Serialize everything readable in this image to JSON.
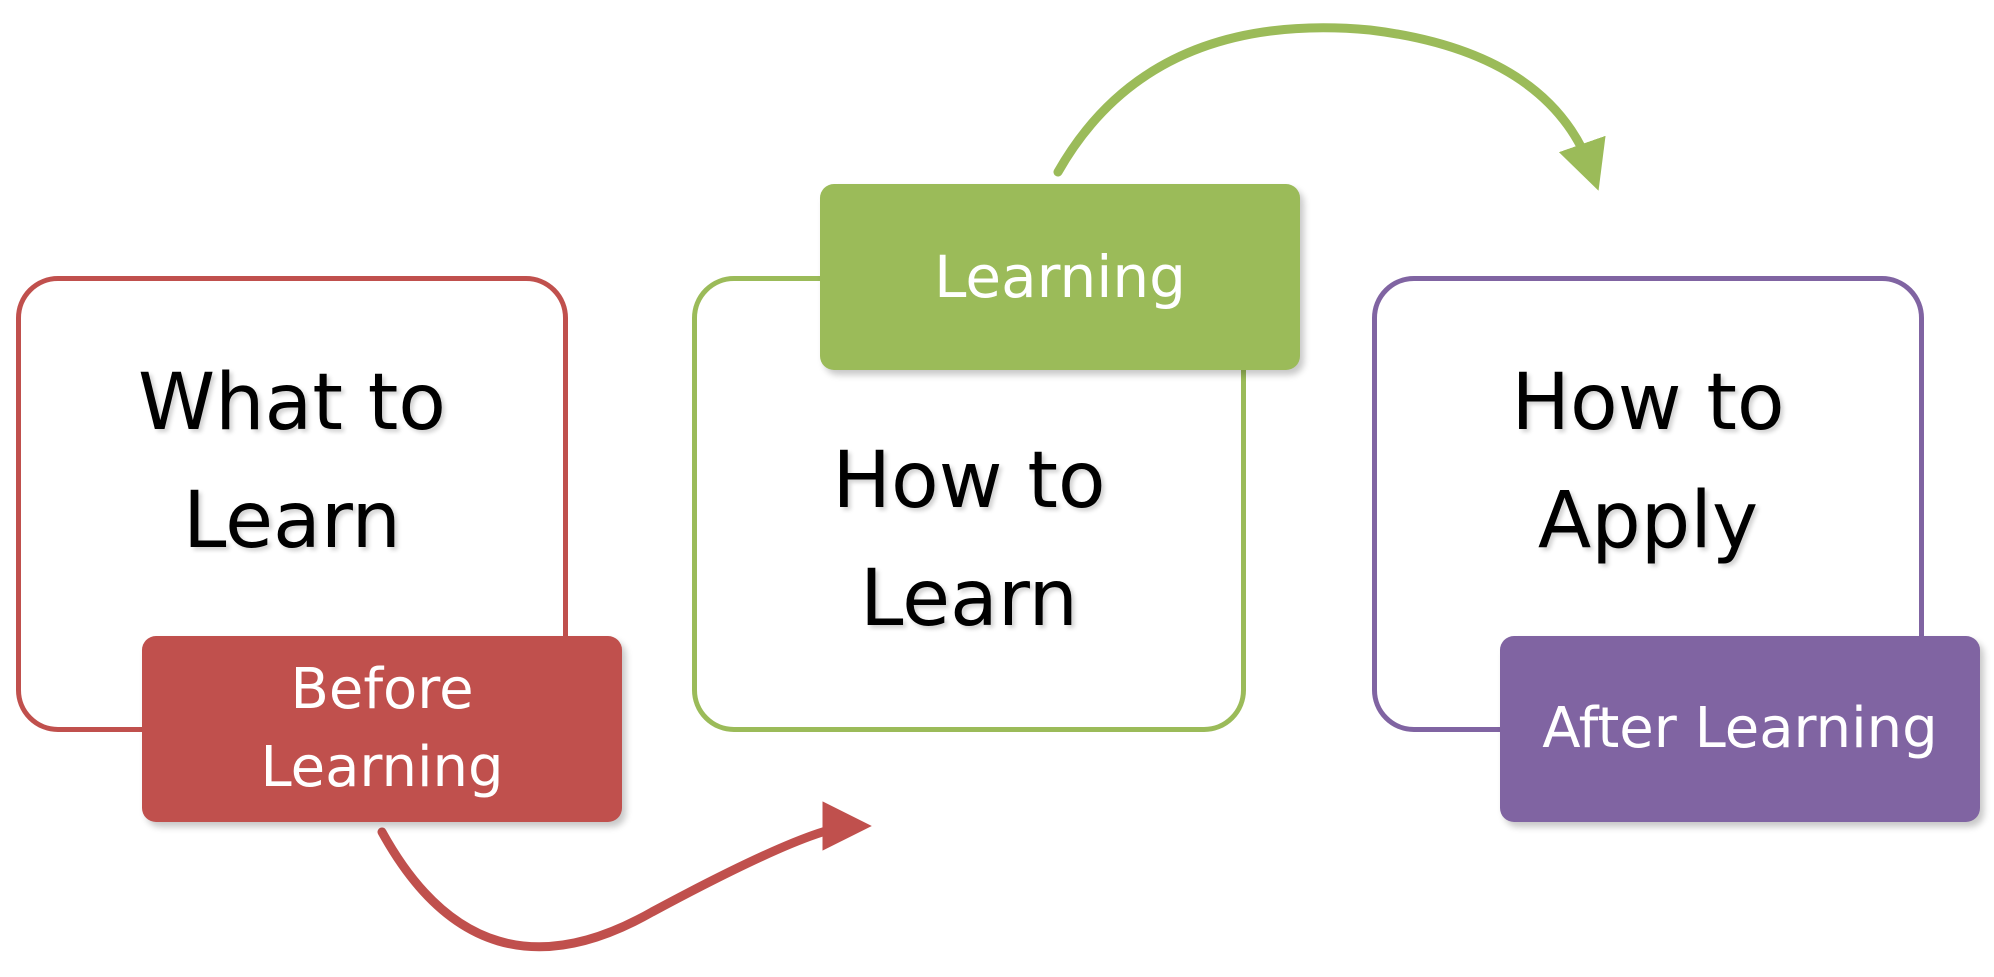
{
  "colors": {
    "red": "#c0504d",
    "green": "#9bbb59",
    "purple": "#8064a2"
  },
  "stages": [
    {
      "card_text": "What to\nLearn",
      "tag_text": "Before\nLearning",
      "color": "#c0504d"
    },
    {
      "card_text": "How to\nLearn",
      "tag_text": "Learning",
      "color": "#9bbb59"
    },
    {
      "card_text": "How to\nApply",
      "tag_text": "After Learning",
      "color": "#8064a2"
    }
  ],
  "connectors": [
    {
      "from": "Before Learning",
      "to": "How to Learn",
      "color": "#c0504d"
    },
    {
      "from": "Learning",
      "to": "How to Apply",
      "color": "#9bbb59"
    }
  ]
}
